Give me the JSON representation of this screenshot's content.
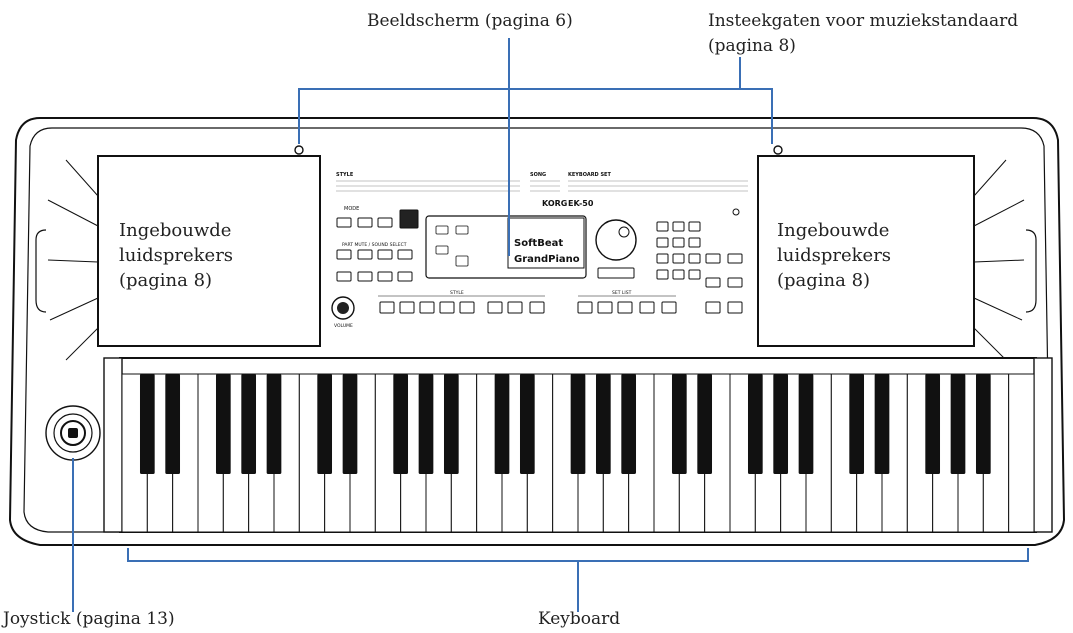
{
  "callouts": {
    "display": "Beeldscherm (pagina 6)",
    "music_stand_line1": "Insteekgaten voor muziekstandaard",
    "music_stand_line2": "(pagina 8)",
    "speaker_left_1": "Ingebouwde",
    "speaker_left_2": "luidsprekers",
    "speaker_left_3": "(pagina 8)",
    "speaker_right_1": "Ingebouwde",
    "speaker_right_2": "luidsprekers",
    "speaker_right_3": "(pagina 8)",
    "joystick": "Joystick (pagina 13)",
    "keyboard": "Keyboard"
  },
  "panel": {
    "brand": "KORG",
    "model": "EK-50",
    "lcd_line1": "SoftBeat",
    "lcd_line2": "GrandPiano",
    "style_group": "STYLE",
    "song_group": "SONG",
    "keyboard_set_group": "KEYBOARD SET",
    "mode_label": "MODE",
    "part_mute_label": "PART MUTE / SOUND SELECT",
    "set_list_label": "SET LIST",
    "volume_label": "VOLUME"
  },
  "colors": {
    "callout_line": "#3a6fb5",
    "outline": "#111111",
    "white_key": "#ffffff",
    "black_key": "#111111"
  }
}
